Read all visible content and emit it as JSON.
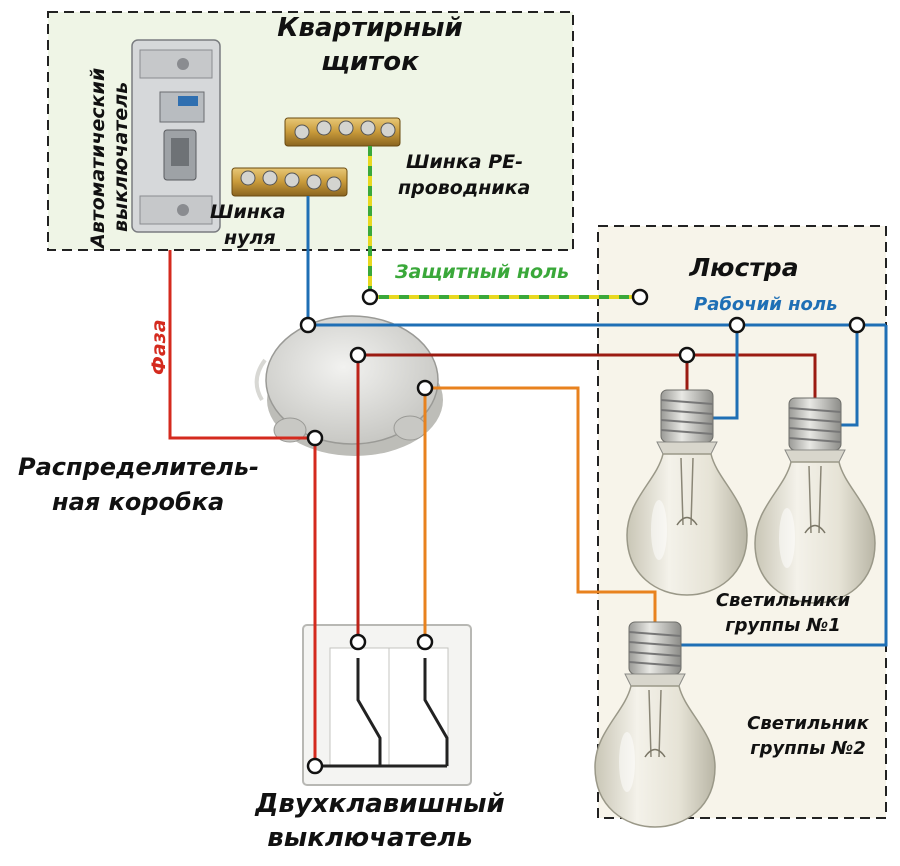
{
  "panel": {
    "title_line1": "Квартирный",
    "title_line2": "щиток",
    "breaker_line1": "Автоматический",
    "breaker_line2": "выключатель",
    "pe_bus_line1": "Шинка PE-",
    "pe_bus_line2": "проводника",
    "neutral_bus_line1": "Шинка",
    "neutral_bus_line2": "нуля"
  },
  "wires": {
    "phase": "Фаза",
    "protective_zero": "Защитный ноль",
    "working_zero": "Рабочий ноль"
  },
  "junction_box": {
    "line1": "Распределитель-",
    "line2": "ная коробка"
  },
  "chandelier": {
    "title": "Люстра",
    "group1_line1": "Светильники",
    "group1_line2": "группы №1",
    "group2_line1": "Светильник",
    "group2_line2": "группы №2"
  },
  "switch": {
    "line1": "Двухклавишный",
    "line2": "выключатель"
  },
  "colors": {
    "phase": "#d42a1e",
    "darkred": "#9b1b12",
    "neutral": "#1f6fb5",
    "switched": "#e8821e",
    "pe_green": "#3aa83a",
    "pe_yellow": "#e8d820",
    "panel_bg": "#eff5e6",
    "chandelier_bg": "#f7f4ea"
  }
}
